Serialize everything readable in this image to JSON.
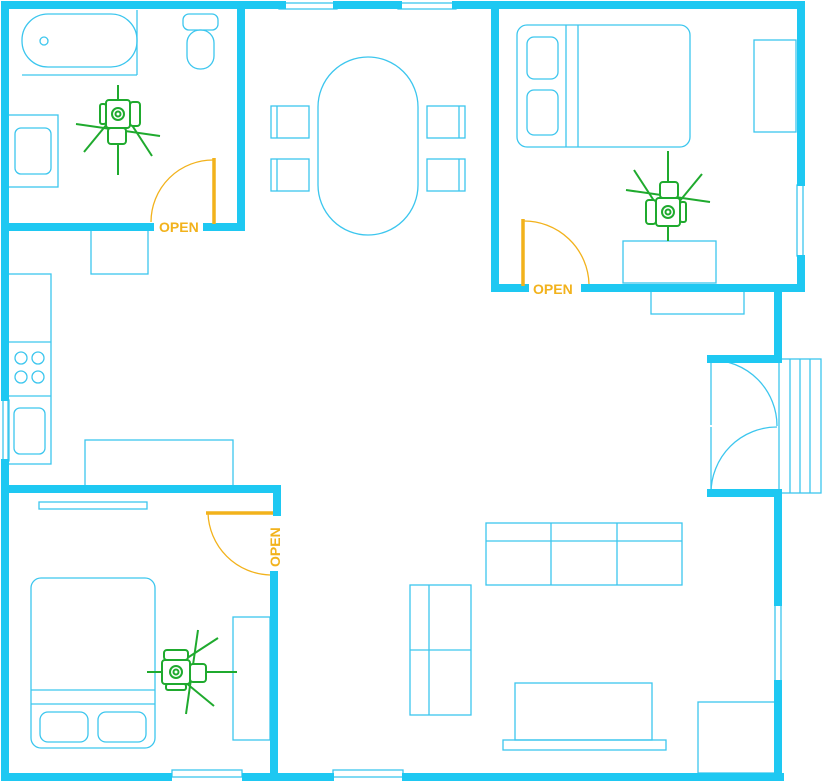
{
  "colors": {
    "wall": "#1ec8f2",
    "furniture": "#3cc6ee",
    "door": "#f2b21c",
    "sensor": "#1faa2e",
    "background": "#ffffff"
  },
  "labels": {
    "bathroom_door": "OPEN",
    "bedroom_top_door": "OPEN",
    "bedroom_bottom_door": "OPEN"
  },
  "icons": {
    "sensor": "camera-sensor-icon"
  }
}
